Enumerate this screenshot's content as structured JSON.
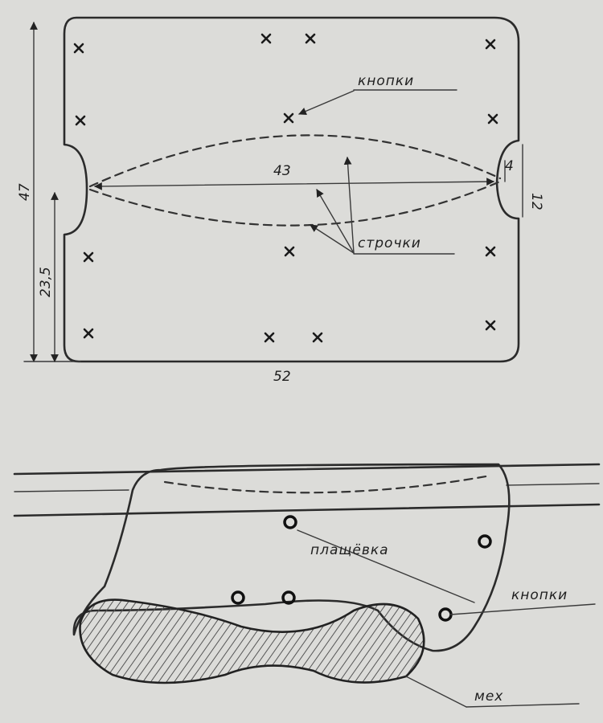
{
  "labels": {
    "knopki_top": "кнопки",
    "strochki": "строчки",
    "plashchevka": "плащёвка",
    "knopki_bottom": "кнопки",
    "mekh": "мех"
  },
  "dimensions": {
    "height": "47",
    "half_height": "23,5",
    "width": "52",
    "inner_length": "43",
    "notch_depth": "4",
    "notch_height": "12"
  },
  "colors": {
    "paper": "#dcdcd9",
    "pencil": "#2b2b2b",
    "fur": "#6a6a6a"
  }
}
